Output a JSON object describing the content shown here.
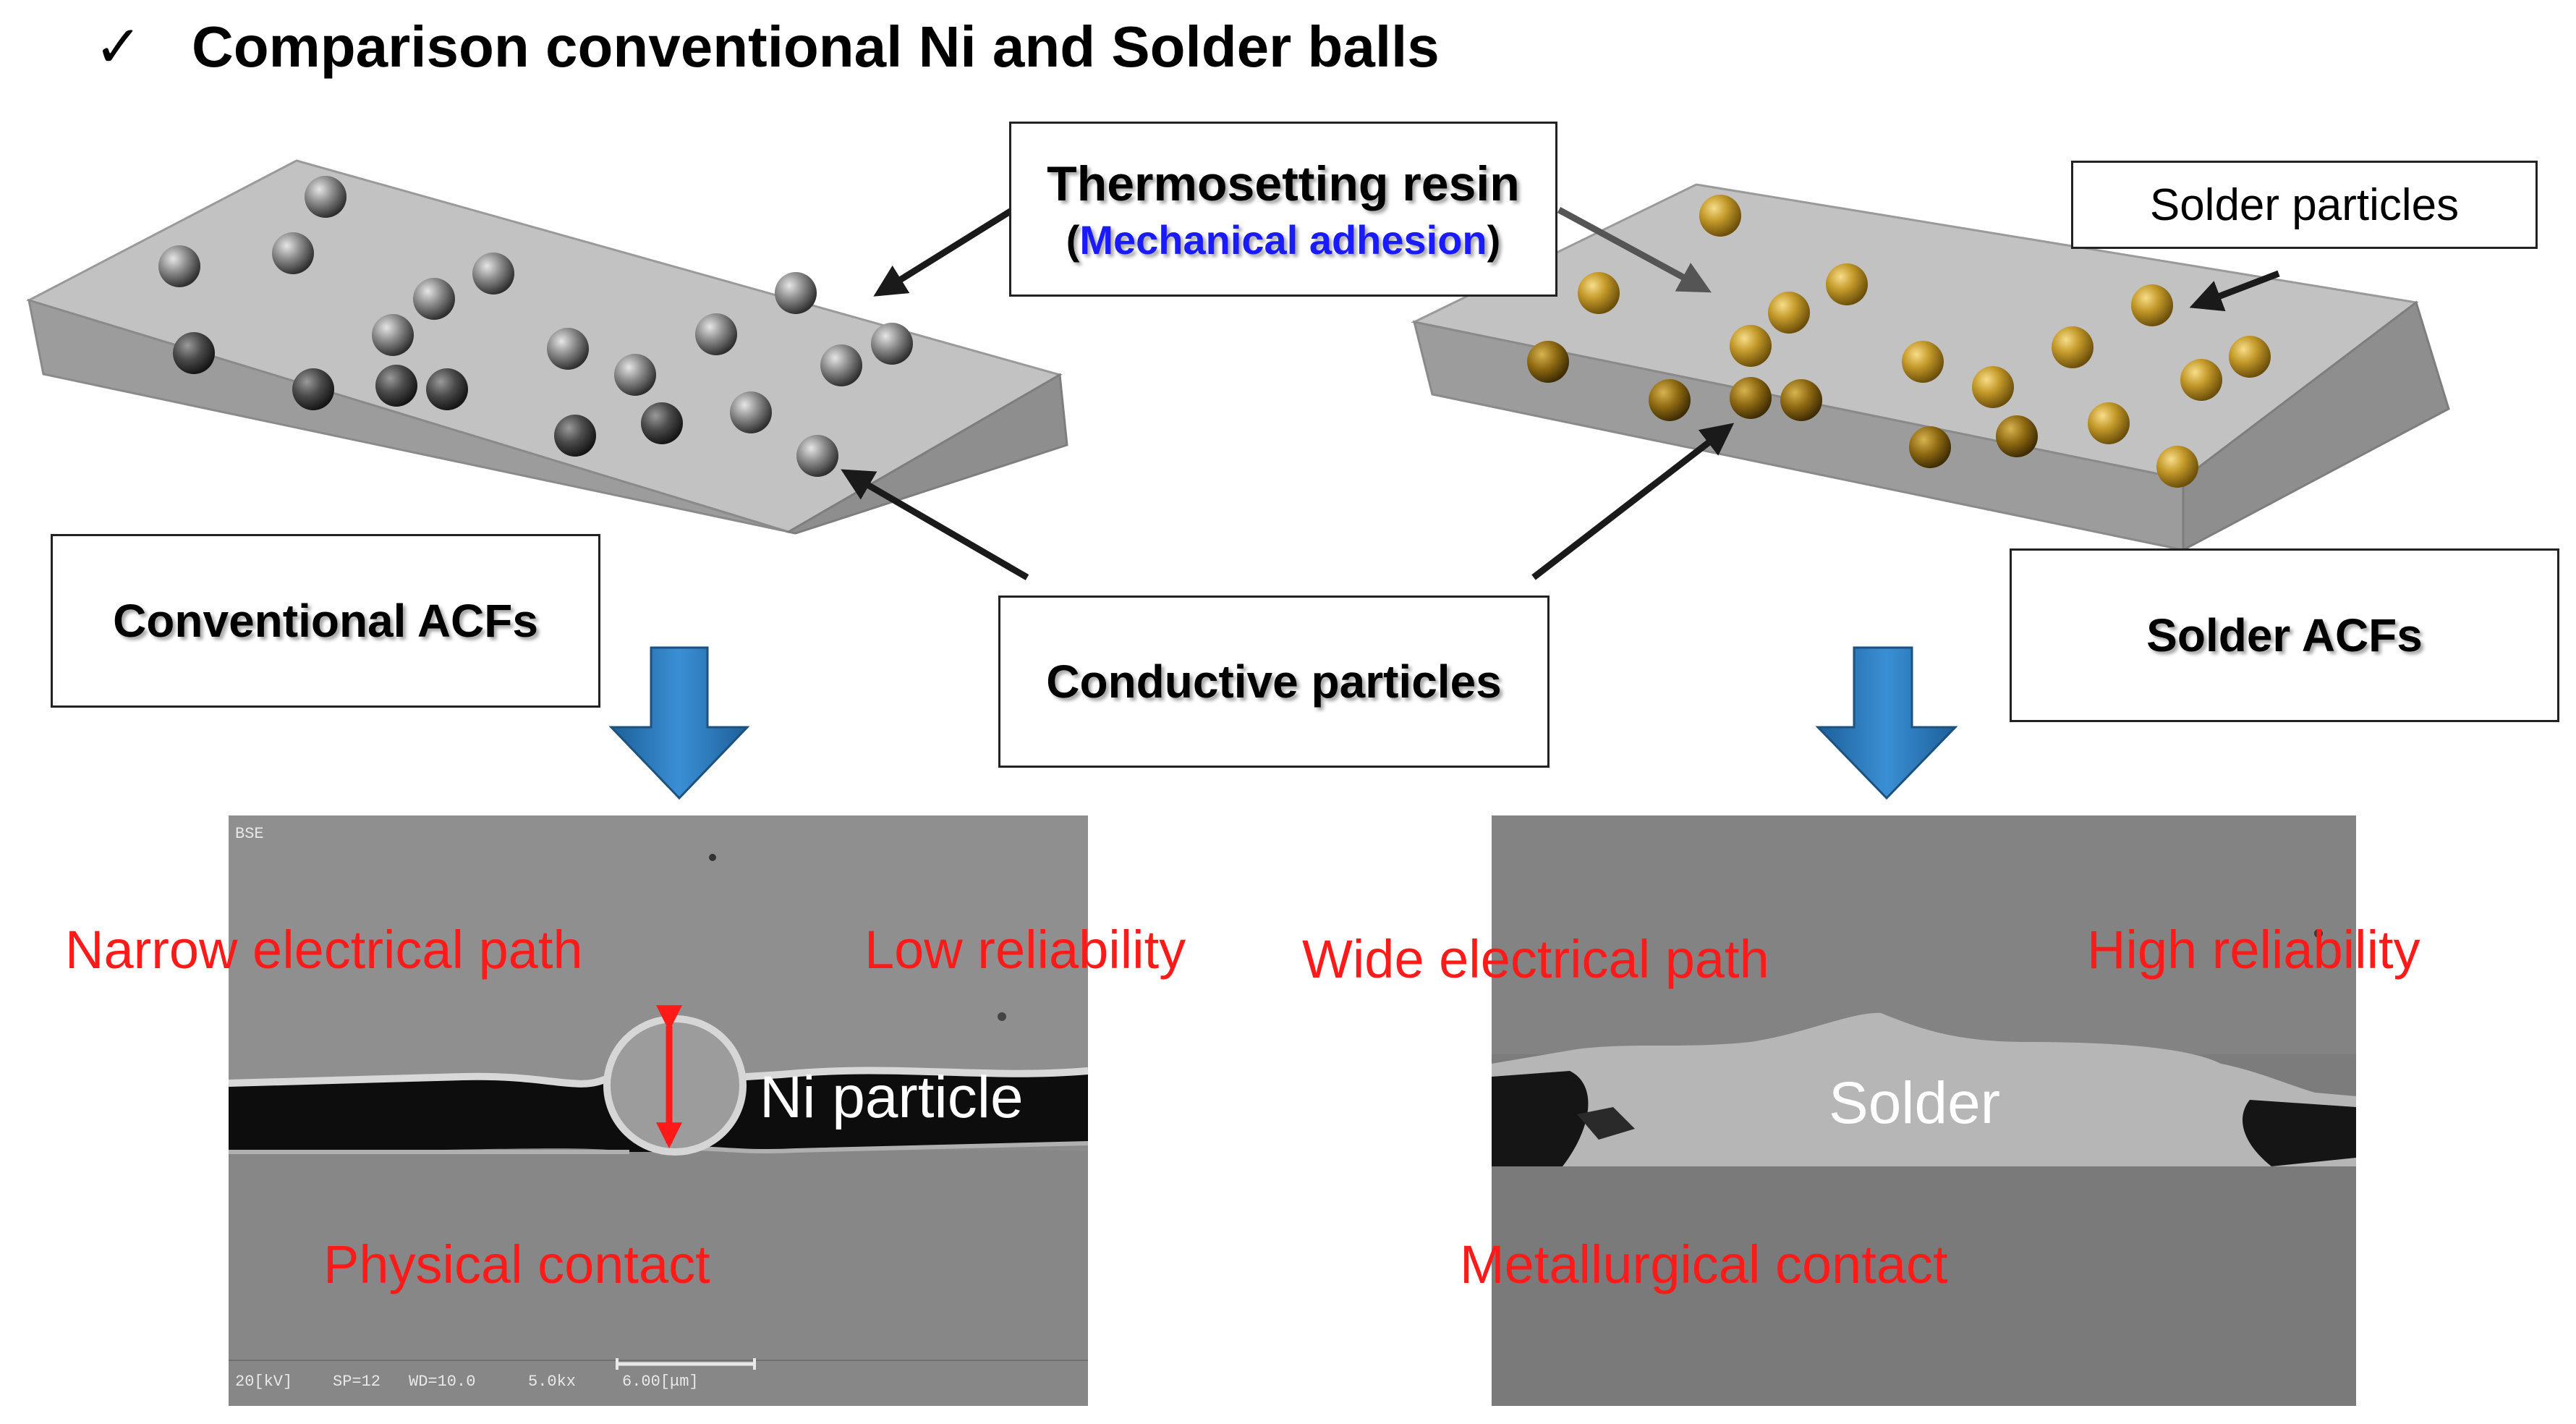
{
  "title": "Comparison conventional Ni and Solder balls",
  "check_icon": "✓",
  "labels": {
    "thermosetting_resin": "Thermosetting resin",
    "mechanical_adhesion": "Mechanical adhesion",
    "paren_open": "(",
    "paren_close": ")",
    "solder_particles": "Solder particles",
    "conventional_acfs": "Conventional ACFs",
    "solder_acfs": "Solder ACFs",
    "conductive_particles": "Conductive particles"
  },
  "left_image": {
    "detector": "BSE",
    "narrow_path": "Narrow electrical path",
    "low_reliability": "Low reliability",
    "ni_particle": "Ni particle",
    "physical_contact": "Physical contact",
    "info_kv": "20[kV]",
    "info_sp": "SP=12",
    "info_wd": "WD=10.0",
    "info_mag": "5.0kx",
    "info_scale": "6.00[μm]"
  },
  "right_image": {
    "wide_path": "Wide electrical path",
    "high_reliability": "High reliability",
    "solder": "Solder",
    "metallurgical_contact": "Metallurgical contact"
  },
  "colors": {
    "text_red": "#ff1a1a",
    "adhesion_blue": "#1a1aff",
    "arrow_blue": "#2a7bbf",
    "ni_ball": "#8a8a8a",
    "solder_ball": "#c49a2a",
    "slab_top": "#bdbdbd",
    "slab_front": "#9e9e9e"
  }
}
